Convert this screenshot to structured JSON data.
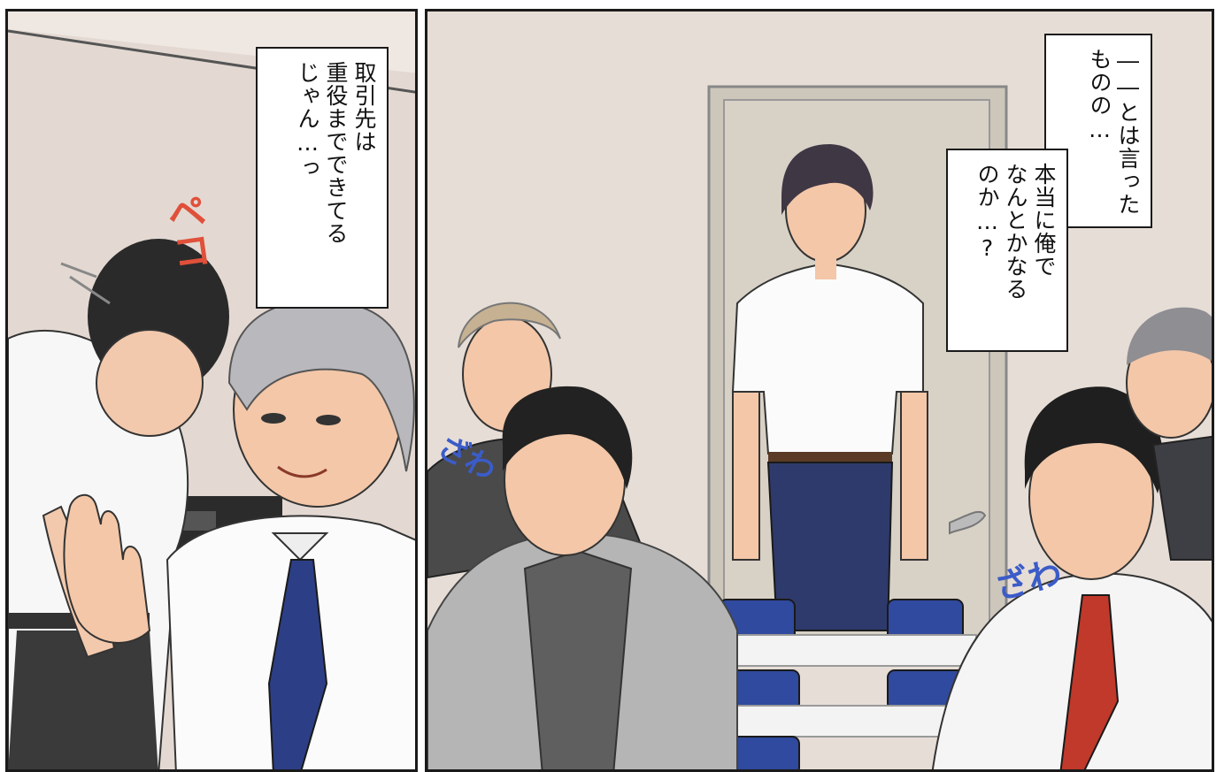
{
  "panels": [
    {
      "caption_lines": [
        "取引先は",
        "重役までできてる",
        "じゃん…っ"
      ],
      "sfx": "ペコ",
      "colors": {
        "sfx": "#e0503a",
        "wall": "#e3d9d2",
        "tie": "#2c3f86"
      }
    },
    {
      "caption_1_lines": [
        "――とは言った",
        "ものの…"
      ],
      "caption_2_lines": [
        "本当に俺で",
        "なんとかなる",
        "のか…?"
      ],
      "sfx_left": "ざわ",
      "sfx_right": "ざわ",
      "colors": {
        "sfx": "#3b5cc8",
        "wall": "#e6ddd6",
        "tie": "#c0392b",
        "chairs": "#2f4a9e"
      }
    }
  ]
}
